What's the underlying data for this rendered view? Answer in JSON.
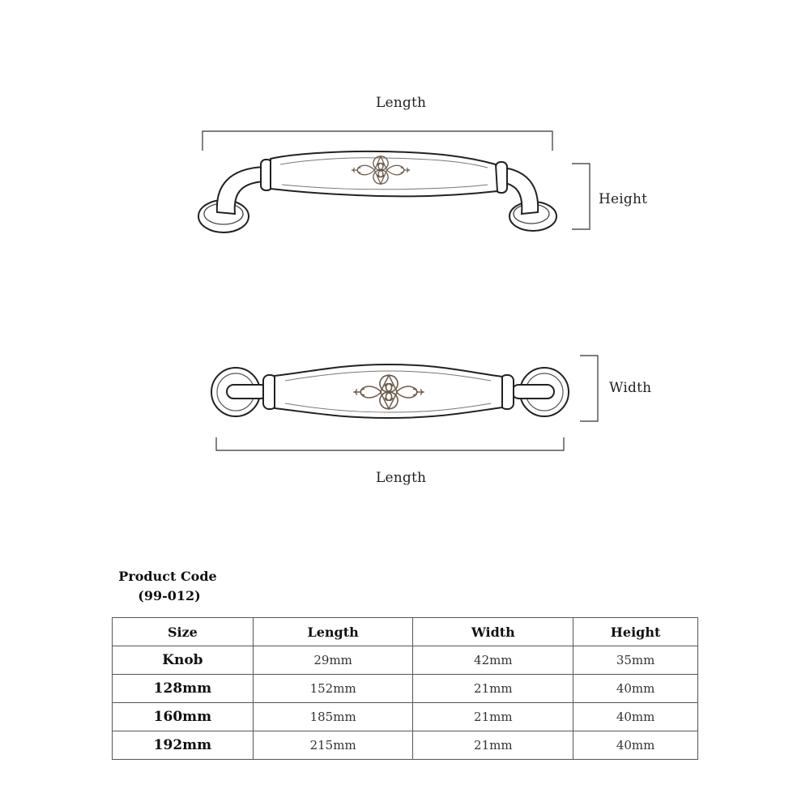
{
  "labels": {
    "length_top": "Length",
    "height": "Height",
    "width": "Width",
    "length_bottom": "Length"
  },
  "product": {
    "code_label": "Product Code",
    "code_value": "(99-012)"
  },
  "table": {
    "headers": [
      "Size",
      "Length",
      "Width",
      "Height"
    ],
    "rows": [
      [
        "Knob",
        "29mm",
        "42mm",
        "35mm"
      ],
      [
        "128mm",
        "152mm",
        "21mm",
        "40mm"
      ],
      [
        "160mm",
        "185mm",
        "21mm",
        "40mm"
      ],
      [
        "192mm",
        "215mm",
        "21mm",
        "40mm"
      ]
    ]
  }
}
